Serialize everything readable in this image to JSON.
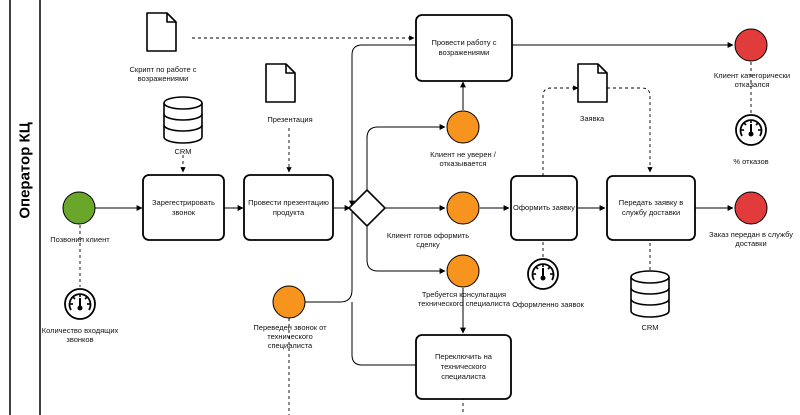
{
  "lane": {
    "title": "Оператор КЦ"
  },
  "events": {
    "start": {
      "label": "Позвонил клиент",
      "color": "#6aa62a"
    },
    "not_sure": {
      "label": "Клиент не уверен / отказывается",
      "color": "#f7941d"
    },
    "ready": {
      "label": "Клиент готов оформить сделку",
      "color": "#f7941d"
    },
    "consult": {
      "label": "Требуется консультация технического специалиста",
      "color": "#f7941d"
    },
    "transferred": {
      "label": "Переведен звонок от технического специалиста",
      "color": "#f7941d"
    },
    "refused": {
      "label": "Клиент категорически отказался",
      "color": "#e23b3b"
    },
    "delivered": {
      "label": "Заказ передан в службу доставки",
      "color": "#e23b3b"
    }
  },
  "tasks": {
    "register": "Зарегестрировать звонок",
    "presentation": "Провести презентацию продукта",
    "objections": "Провести работу с возражениями",
    "order": "Оформить заявку",
    "handover": "Передать заявку в службу доставки",
    "switch": "Переключить на технического специалиста"
  },
  "artifacts": {
    "script": "Скрипт по работе с возражениями",
    "presentation_doc": "Презентация",
    "application_doc": "Заявка",
    "crm_left": "CRM",
    "crm_right": "CRM"
  },
  "metrics": {
    "incoming": "Количество входящих звонков",
    "orders": "Оформленно заявок",
    "refusals": "% отказов"
  }
}
